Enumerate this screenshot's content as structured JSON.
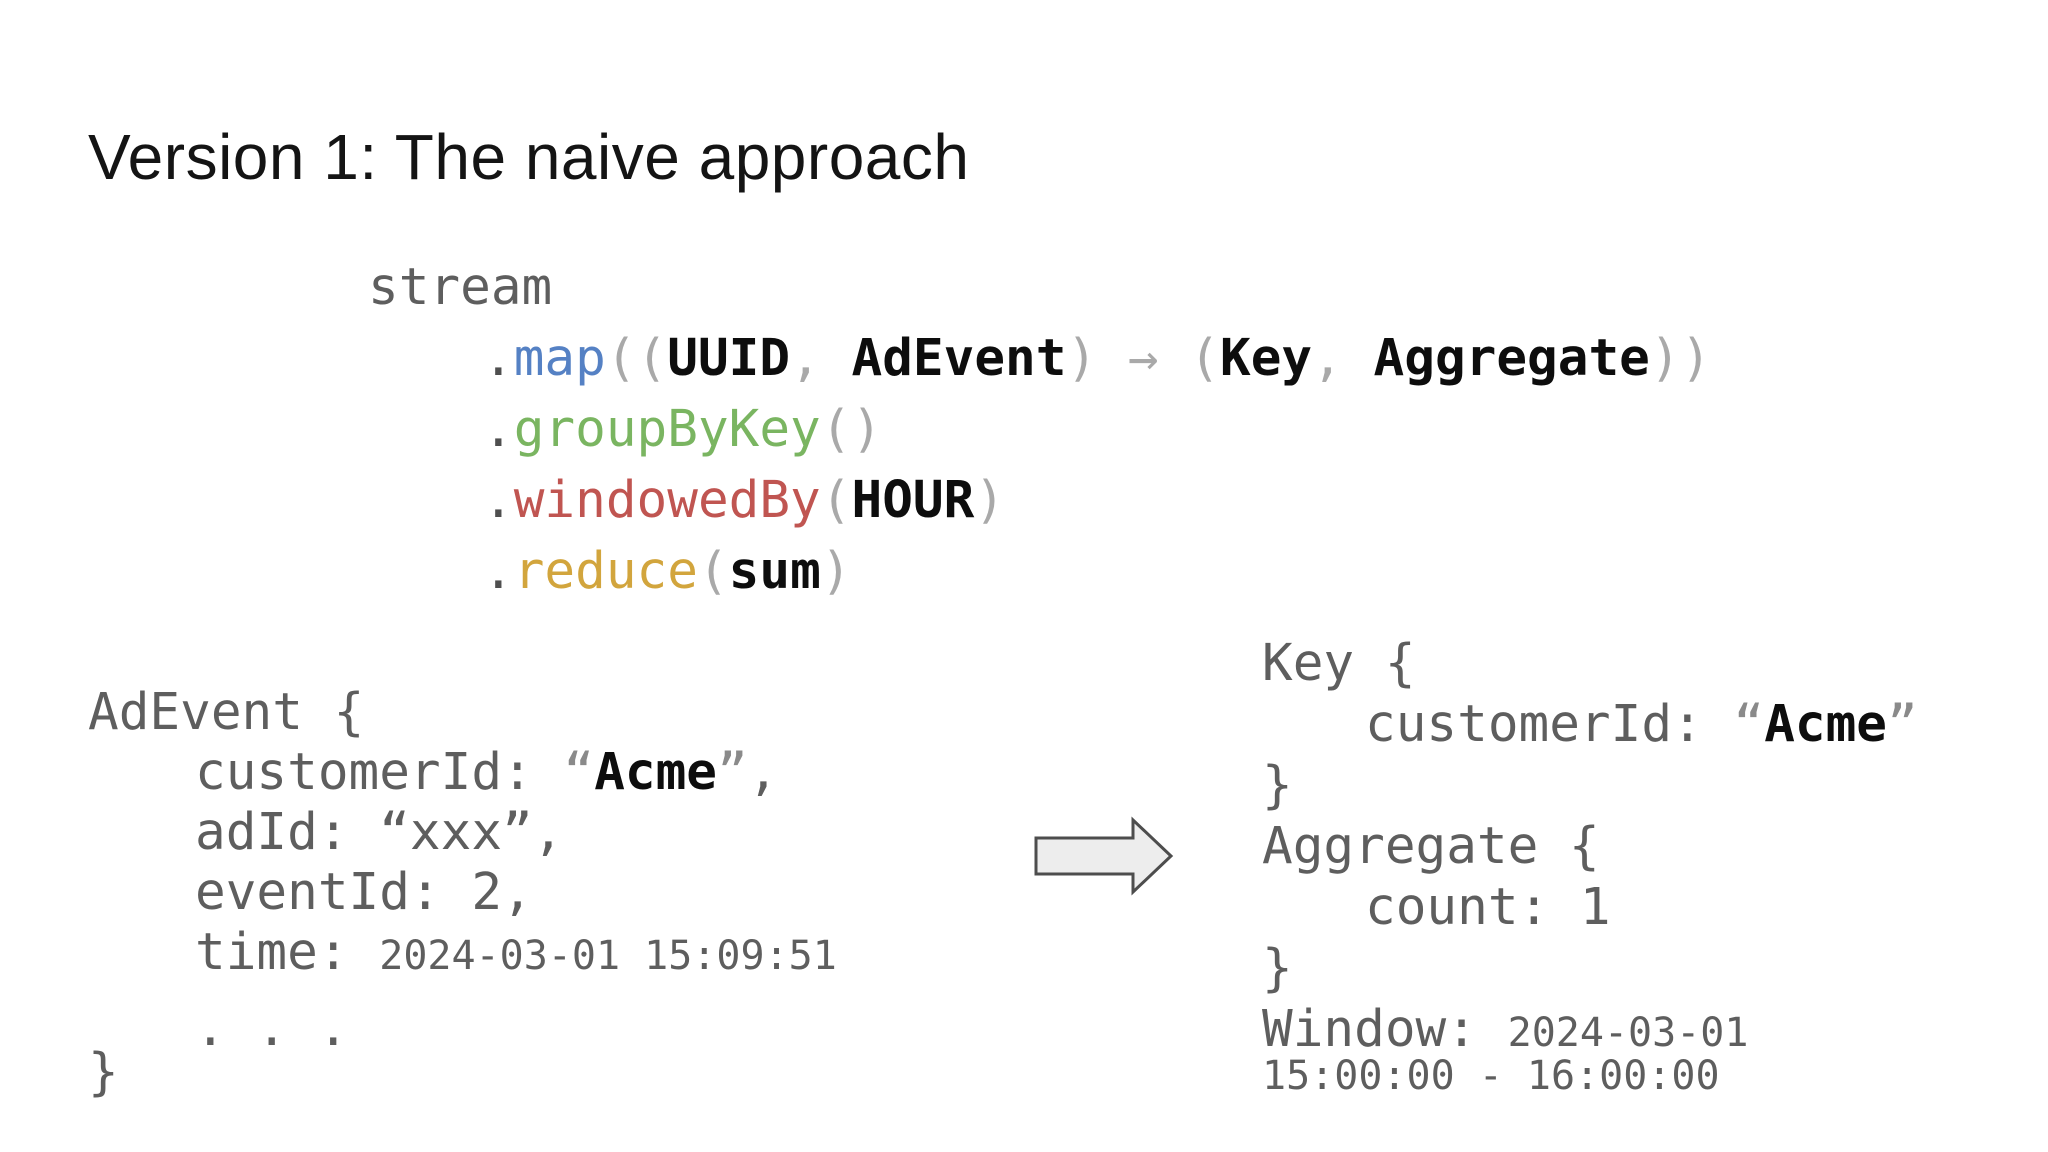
{
  "title": "Version 1: The naive approach",
  "palette": {
    "background": "#ffffff",
    "title-color": "#141414",
    "gray-code": "#5e5e5e",
    "gray-punct": "#a9a9a9",
    "gray-dot": "#4f4f4f",
    "gray-quote": "#8a8a8a",
    "code-black": "#0d0d0d",
    "accent-blue": "#5581c4",
    "accent-green": "#7ab561",
    "accent-red": "#c05551",
    "accent-gold": "#d2a53d",
    "arrow-fill": "#ededed",
    "arrow-stroke": "#4d4d4d"
  },
  "icons": {
    "transform_arrow": "right-block-arrow"
  },
  "stream_code": {
    "lines": [
      {
        "name": "stream",
        "tokens": [
          {
            "t": "stream",
            "c": "gray"
          }
        ]
      },
      {
        "name": "map",
        "tokens": [
          {
            "t": ".",
            "c": "dot"
          },
          {
            "t": "map",
            "c": "blue"
          },
          {
            "t": "((",
            "c": "punct"
          },
          {
            "t": "UUID",
            "c": "black"
          },
          {
            "t": ", ",
            "c": "punct"
          },
          {
            "t": "AdEvent",
            "c": "black"
          },
          {
            "t": ") → (",
            "c": "punct"
          },
          {
            "t": "Key",
            "c": "black"
          },
          {
            "t": ", ",
            "c": "punct"
          },
          {
            "t": "Aggregate",
            "c": "black"
          },
          {
            "t": "))",
            "c": "punct"
          }
        ]
      },
      {
        "name": "groupByKey",
        "tokens": [
          {
            "t": ".",
            "c": "dot"
          },
          {
            "t": "groupByKey",
            "c": "green"
          },
          {
            "t": "()",
            "c": "punct"
          }
        ]
      },
      {
        "name": "windowedBy",
        "tokens": [
          {
            "t": ".",
            "c": "dot"
          },
          {
            "t": "windowedBy",
            "c": "red"
          },
          {
            "t": "(",
            "c": "punct"
          },
          {
            "t": "HOUR",
            "c": "black"
          },
          {
            "t": ")",
            "c": "punct"
          }
        ]
      },
      {
        "name": "reduce",
        "tokens": [
          {
            "t": ".",
            "c": "dot"
          },
          {
            "t": "reduce",
            "c": "gold"
          },
          {
            "t": "(",
            "c": "punct"
          },
          {
            "t": "sum",
            "c": "black"
          },
          {
            "t": ")",
            "c": "punct"
          }
        ]
      }
    ]
  },
  "ad_event": {
    "lines": [
      {
        "tokens": [
          {
            "t": "AdEvent {",
            "c": "gray"
          }
        ]
      },
      {
        "tokens": [
          {
            "t": "customerId: ",
            "c": "gray"
          },
          {
            "t": "“",
            "c": "quote"
          },
          {
            "t": "Acme",
            "c": "black"
          },
          {
            "t": "”",
            "c": "quote"
          },
          {
            "t": ",",
            "c": "gray"
          }
        ]
      },
      {
        "tokens": [
          {
            "t": "adId: “xxx”,",
            "c": "gray"
          }
        ]
      },
      {
        "tokens": [
          {
            "t": "eventId: 2,",
            "c": "gray"
          }
        ]
      },
      {
        "tokens": [
          {
            "t": "time: ",
            "c": "gray"
          },
          {
            "t": "2024-03-01 15:09:51",
            "c": "gray small"
          }
        ]
      },
      {
        "tokens": [
          {
            "t": ". . .",
            "c": "gray"
          }
        ]
      },
      {
        "tokens": [
          {
            "t": "}",
            "c": "gray"
          }
        ]
      }
    ]
  },
  "result": {
    "lines": [
      {
        "tokens": [
          {
            "t": "Key {",
            "c": "gray"
          }
        ]
      },
      {
        "tokens": [
          {
            "t": "customerId: ",
            "c": "gray"
          },
          {
            "t": "“",
            "c": "quote"
          },
          {
            "t": "Acme",
            "c": "black"
          },
          {
            "t": "”",
            "c": "quote"
          }
        ]
      },
      {
        "tokens": [
          {
            "t": "}",
            "c": "gray"
          }
        ]
      },
      {
        "tokens": [
          {
            "t": "Aggregate {",
            "c": "gray"
          }
        ]
      },
      {
        "tokens": [
          {
            "t": "count: 1",
            "c": "gray"
          }
        ]
      },
      {
        "tokens": [
          {
            "t": "}",
            "c": "gray"
          }
        ]
      },
      {
        "tokens": [
          {
            "t": "Window: ",
            "c": "gray"
          },
          {
            "t": "2024-03-01",
            "c": "gray small"
          }
        ]
      },
      {
        "tokens": [
          {
            "t": "15:00:00 - 16:00:00",
            "c": "gray small"
          }
        ]
      }
    ]
  }
}
